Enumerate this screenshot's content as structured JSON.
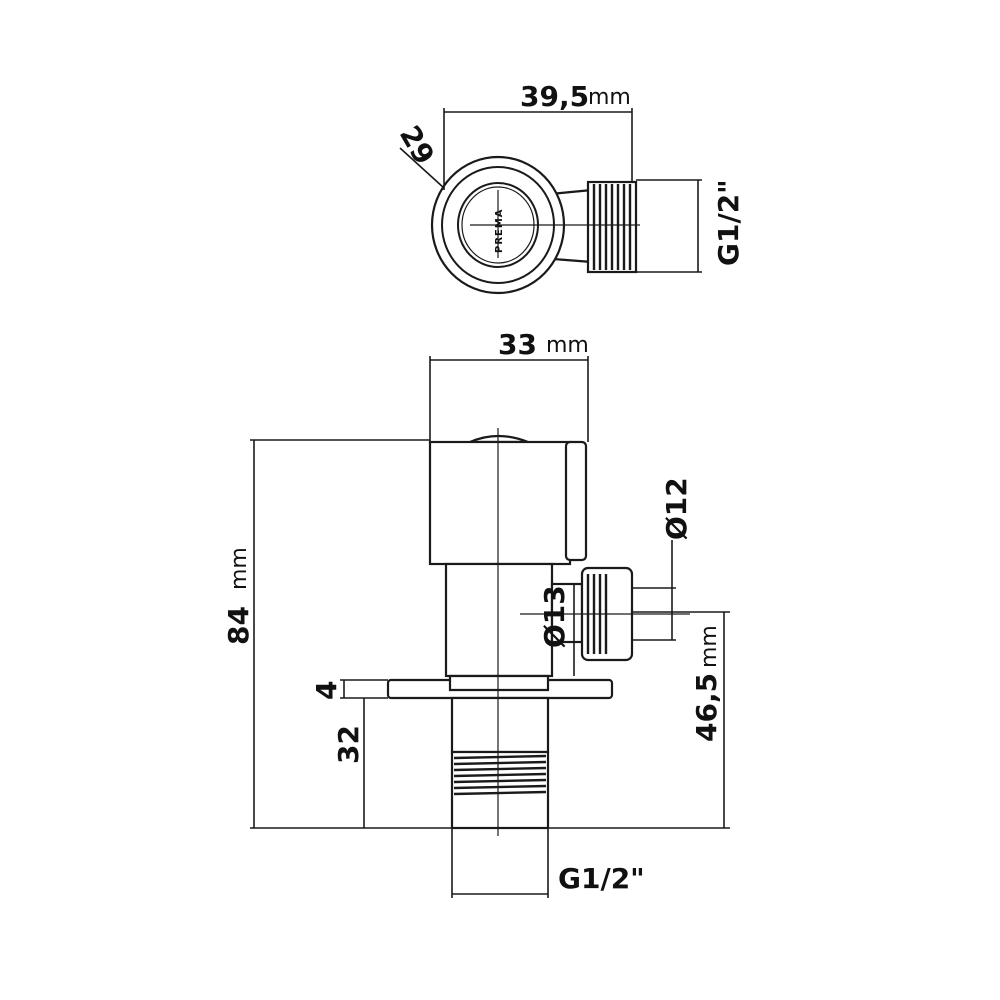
{
  "top_view": {
    "width_value": "39,5",
    "width_unit": "mm",
    "head_value": "29",
    "thread_label": "G1/2\"",
    "brand_mark": "PREMA"
  },
  "front_view": {
    "width_value": "33",
    "width_unit": "mm",
    "height_value": "84",
    "height_unit": "mm",
    "outlet_outer": "Ø12",
    "outlet_inner": "Ø13",
    "outlet_height_value": "46,5",
    "outlet_height_unit": "mm",
    "flange_value": "4",
    "thread_length_value": "32",
    "thread_label": "G1/2\""
  }
}
